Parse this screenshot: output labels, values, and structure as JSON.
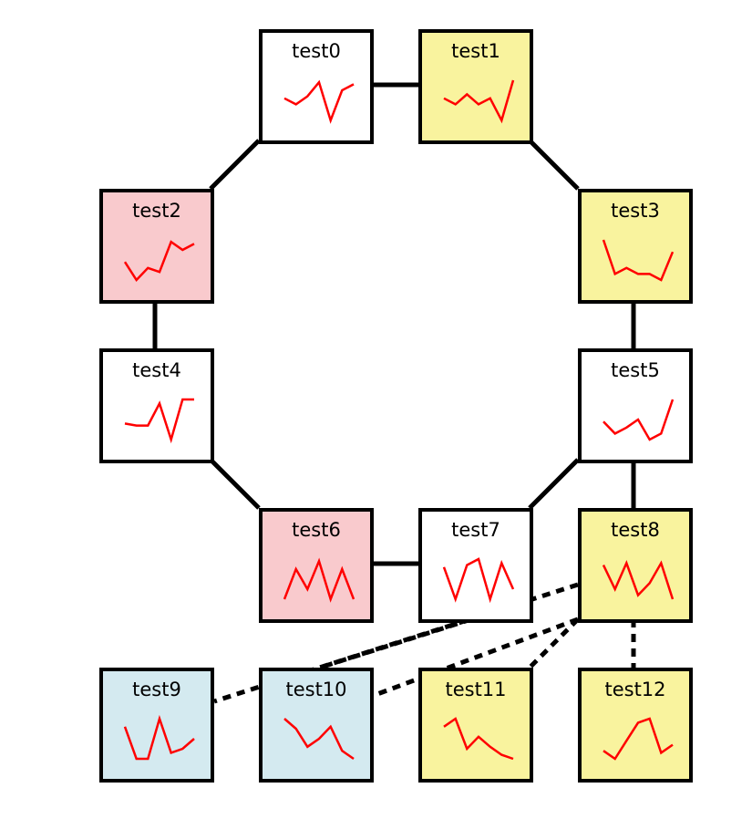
{
  "colors": {
    "white": "#ffffff",
    "yellow": "#f9f39e",
    "pink": "#f9cacd",
    "blue": "#d4eaf0",
    "spark": "#ff0000",
    "edge": "#000000"
  },
  "nodes": [
    {
      "id": "test0",
      "label": "test0",
      "fill": "white",
      "spark": [
        0.55,
        0.4,
        0.6,
        0.95,
        0.0,
        0.75,
        0.9
      ]
    },
    {
      "id": "test1",
      "label": "test1",
      "fill": "yellow",
      "spark": [
        0.55,
        0.4,
        0.65,
        0.4,
        0.55,
        0.0,
        1.0
      ]
    },
    {
      "id": "test2",
      "label": "test2",
      "fill": "pink",
      "spark": [
        0.45,
        0.0,
        0.3,
        0.2,
        0.95,
        0.75,
        0.9
      ]
    },
    {
      "id": "test3",
      "label": "test3",
      "fill": "yellow",
      "spark": [
        1.0,
        0.15,
        0.3,
        0.15,
        0.15,
        0.0,
        0.7
      ]
    },
    {
      "id": "test4",
      "label": "test4",
      "fill": "white",
      "spark": [
        0.4,
        0.35,
        0.35,
        0.9,
        0.0,
        1.0,
        1.0
      ]
    },
    {
      "id": "test5",
      "label": "test5",
      "fill": "white",
      "spark": [
        0.45,
        0.15,
        0.3,
        0.5,
        0.0,
        0.15,
        1.0
      ]
    },
    {
      "id": "test6",
      "label": "test6",
      "fill": "pink",
      "spark": [
        0.0,
        0.75,
        0.25,
        0.95,
        0.0,
        0.75,
        0.0
      ]
    },
    {
      "id": "test7",
      "label": "test7",
      "fill": "white",
      "spark": [
        0.8,
        0.0,
        0.85,
        1.0,
        0.0,
        0.9,
        0.25
      ]
    },
    {
      "id": "test8",
      "label": "test8",
      "fill": "yellow",
      "spark": [
        0.85,
        0.25,
        0.9,
        0.1,
        0.4,
        0.9,
        0.0
      ]
    },
    {
      "id": "test9",
      "label": "test9",
      "fill": "blue",
      "spark": [
        0.8,
        0.0,
        0.0,
        1.0,
        0.15,
        0.25,
        0.5
      ]
    },
    {
      "id": "test10",
      "label": "test10",
      "fill": "blue",
      "spark": [
        1.0,
        0.75,
        0.3,
        0.5,
        0.8,
        0.2,
        0.0
      ]
    },
    {
      "id": "test11",
      "label": "test11",
      "fill": "yellow",
      "spark": [
        0.8,
        1.0,
        0.25,
        0.55,
        0.3,
        0.1,
        0.0
      ]
    },
    {
      "id": "test12",
      "label": "test12",
      "fill": "yellow",
      "spark": [
        0.2,
        0.0,
        0.45,
        0.9,
        1.0,
        0.15,
        0.35
      ]
    }
  ],
  "edges": [
    {
      "from": "test0",
      "to": "test1",
      "style": "solid"
    },
    {
      "from": "test0",
      "to": "test2",
      "style": "solid"
    },
    {
      "from": "test1",
      "to": "test3",
      "style": "solid"
    },
    {
      "from": "test2",
      "to": "test4",
      "style": "solid"
    },
    {
      "from": "test3",
      "to": "test5",
      "style": "solid"
    },
    {
      "from": "test4",
      "to": "test6",
      "style": "solid"
    },
    {
      "from": "test5",
      "to": "test7",
      "style": "solid"
    },
    {
      "from": "test5",
      "to": "test8",
      "style": "solid"
    },
    {
      "from": "test6",
      "to": "test7",
      "style": "solid"
    },
    {
      "from": "test7",
      "to": "test10",
      "style": "dashed"
    },
    {
      "from": "test8",
      "to": "test9",
      "style": "dashed"
    },
    {
      "from": "test8",
      "to": "test10",
      "style": "dashed"
    },
    {
      "from": "test8",
      "to": "test11",
      "style": "dashed"
    },
    {
      "from": "test8",
      "to": "test12",
      "style": "dashed"
    }
  ]
}
